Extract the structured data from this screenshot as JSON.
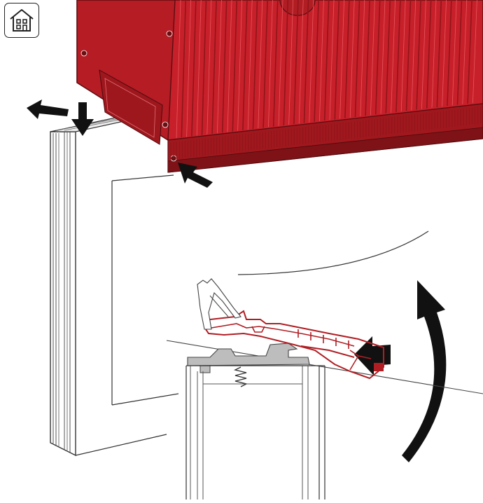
{
  "toolbar": {
    "home_icon": "house-icon"
  },
  "colors": {
    "housing_red": "#c8202a",
    "housing_dark": "#8e1519",
    "housing_rib": "#a0181e",
    "seal_red": "#b01e24",
    "profile_grey": "#b7b7b7",
    "arrow_black": "#111111",
    "line_grey": "#555555"
  },
  "arrows": [
    {
      "name": "push-left-arrow"
    },
    {
      "name": "push-down-arrow"
    },
    {
      "name": "push-inward-arrow"
    },
    {
      "name": "clip-press-arrow"
    },
    {
      "name": "rotate-up-arrow"
    }
  ]
}
